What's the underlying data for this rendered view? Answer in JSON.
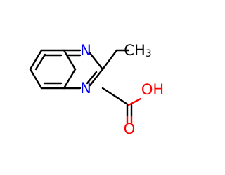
{
  "molecule": {
    "atoms": {
      "n_top": "N",
      "n_bottom": "N",
      "methyl": "CH",
      "methyl_sub": "3",
      "oh": "OH",
      "o_carbonyl": "O"
    },
    "colors": {
      "bond": "#000000",
      "nitrogen": "#0000ff",
      "oxygen": "#ff0000"
    }
  }
}
